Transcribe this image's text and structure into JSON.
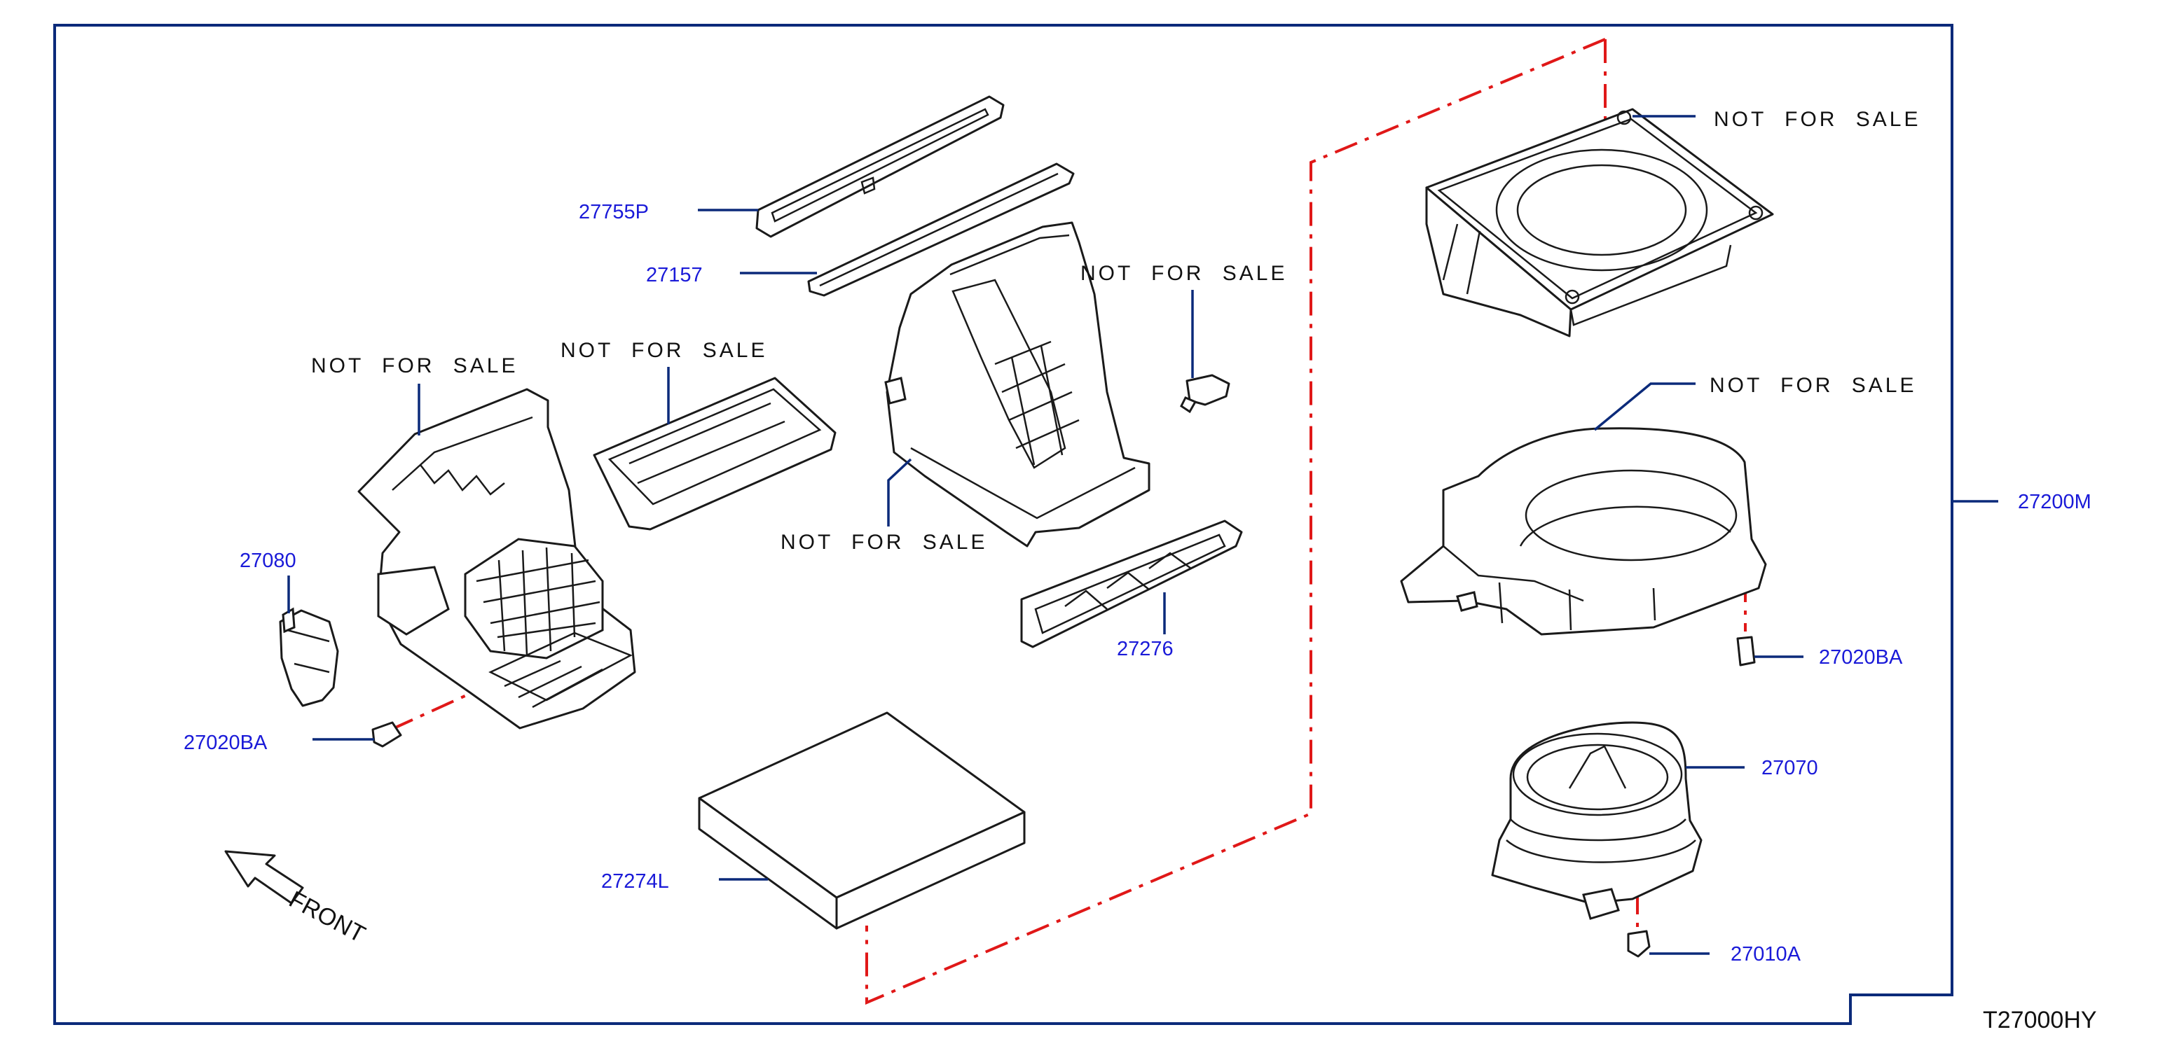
{
  "diagram": {
    "code": "T27000HY",
    "front_label": "FRONT",
    "colors": {
      "frame": "#0b2a7a",
      "part_number": "#1a1ad8",
      "dash_line": "#e01818",
      "outline": "#1a1a1a"
    },
    "part_numbers": {
      "p27755P": "27755P",
      "p27157": "27157",
      "p27080": "27080",
      "p27020BA_left": "27020BA",
      "p27276": "27276",
      "p27274L": "27274L",
      "p27200M": "27200M",
      "p27020BA_right": "27020BA",
      "p27070": "27070",
      "p27010A": "27010A"
    },
    "nfs_labels": {
      "left_housing": "NOT FOR SALE",
      "duct": "NOT FOR SALE",
      "center_housing": "NOT FOR SALE",
      "connector": "NOT FOR SALE",
      "upper_case": "NOT FOR SALE",
      "lower_case": "NOT FOR SALE"
    }
  }
}
